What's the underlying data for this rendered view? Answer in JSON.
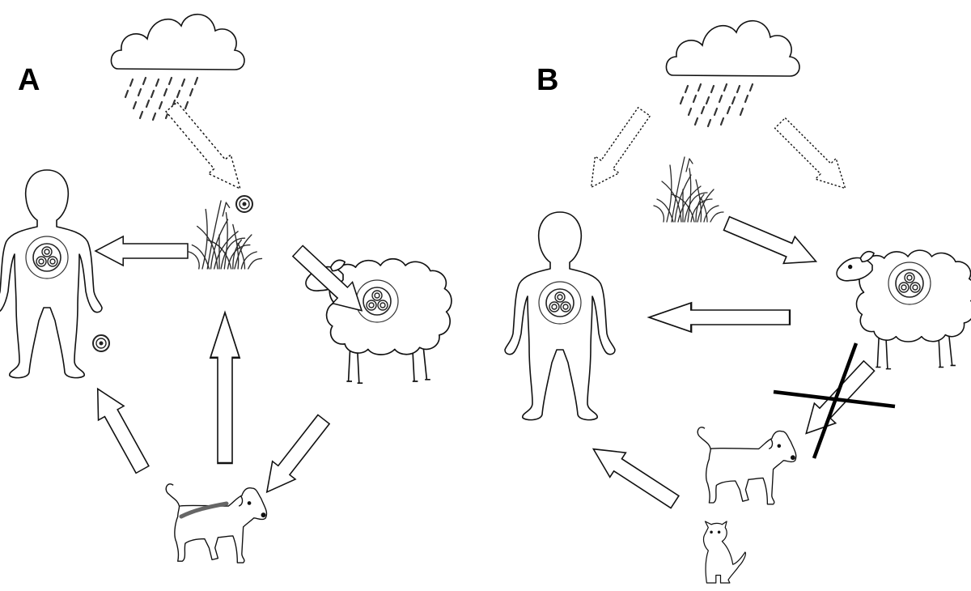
{
  "panels": [
    {
      "id": "A",
      "label": "A"
    },
    {
      "id": "B",
      "label": "B"
    }
  ],
  "colors": {
    "line": "#111111",
    "fill": "#ffffff",
    "grass": "#2a2a2a",
    "cross": "#000000"
  },
  "icons": [
    "rain-cloud-icon",
    "grass-icon",
    "human-icon",
    "sheep-icon",
    "dog-icon",
    "cat-icon",
    "egg-icon",
    "cyst-icon"
  ]
}
